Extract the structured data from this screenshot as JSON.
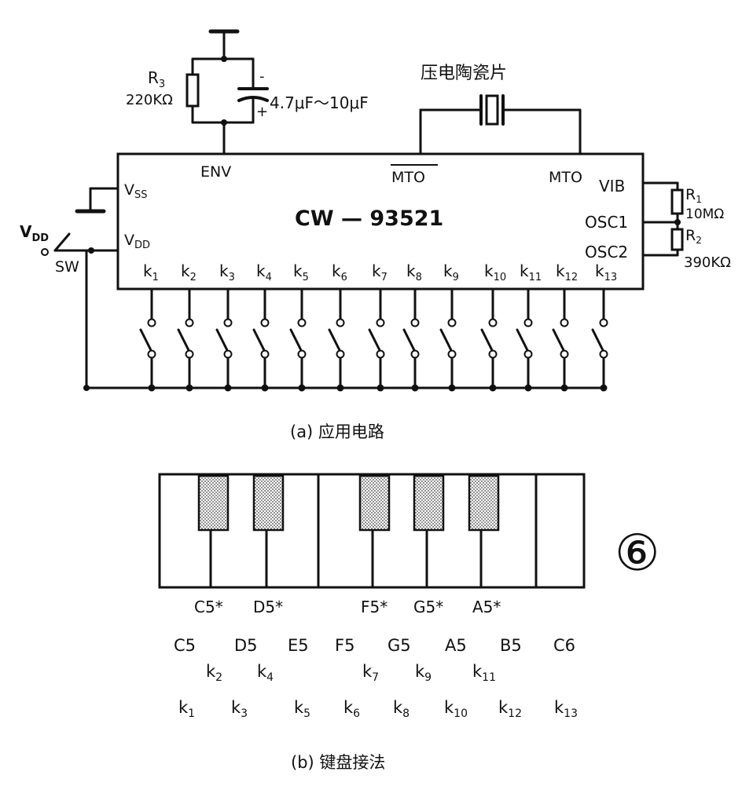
{
  "circuit": {
    "ic_name": "CW — 93521",
    "pins": {
      "env": "ENV",
      "mto_bar": "MTO",
      "mto": "MTO",
      "vib": "VIB",
      "vss_main": "V",
      "vss_sub": "SS",
      "vdd_main": "V",
      "vdd_sub": "DD",
      "osc1": "OSC1",
      "osc2": "OSC2"
    },
    "keys": [
      "1",
      "2",
      "3",
      "4",
      "5",
      "6",
      "7",
      "8",
      "9",
      "10",
      "11",
      "12",
      "13"
    ],
    "key_prefix": "k",
    "buzzer_label": "压电陶瓷片",
    "r3_name": "R",
    "r3_sub": "3",
    "r3_value": "220KΩ",
    "cap_value": "4.7μF～10μF",
    "cap_minus": "-",
    "cap_plus": "+",
    "r1_name": "R",
    "r1_sub": "1",
    "r1_value": "10MΩ",
    "r2_name": "R",
    "r2_sub": "2",
    "r2_value": "390KΩ",
    "vdd_ext_main": "V",
    "vdd_ext_sub": "DD",
    "switch_label": "SW",
    "caption": "(a) 应用电路"
  },
  "keyboard": {
    "sharp_notes": [
      "C5*",
      "D5*",
      "F5*",
      "G5*",
      "A5*"
    ],
    "natural_notes": [
      "C5",
      "D5",
      "E5",
      "F5",
      "G5",
      "A5",
      "B5",
      "C6"
    ],
    "sharp_keys": [
      {
        "main": "k",
        "sub": "2"
      },
      {
        "main": "k",
        "sub": "4"
      },
      {
        "main": "k",
        "sub": "7"
      },
      {
        "main": "k",
        "sub": "9"
      },
      {
        "main": "k",
        "sub": "11"
      }
    ],
    "natural_keys": [
      {
        "main": "k",
        "sub": "1"
      },
      {
        "main": "k",
        "sub": "3"
      },
      {
        "main": "k",
        "sub": "5"
      },
      {
        "main": "k",
        "sub": "6"
      },
      {
        "main": "k",
        "sub": "8"
      },
      {
        "main": "k",
        "sub": "10"
      },
      {
        "main": "k",
        "sub": "12"
      },
      {
        "main": "k",
        "sub": "13"
      }
    ],
    "figure_number": "⑥",
    "caption": "(b) 键盘接法"
  }
}
